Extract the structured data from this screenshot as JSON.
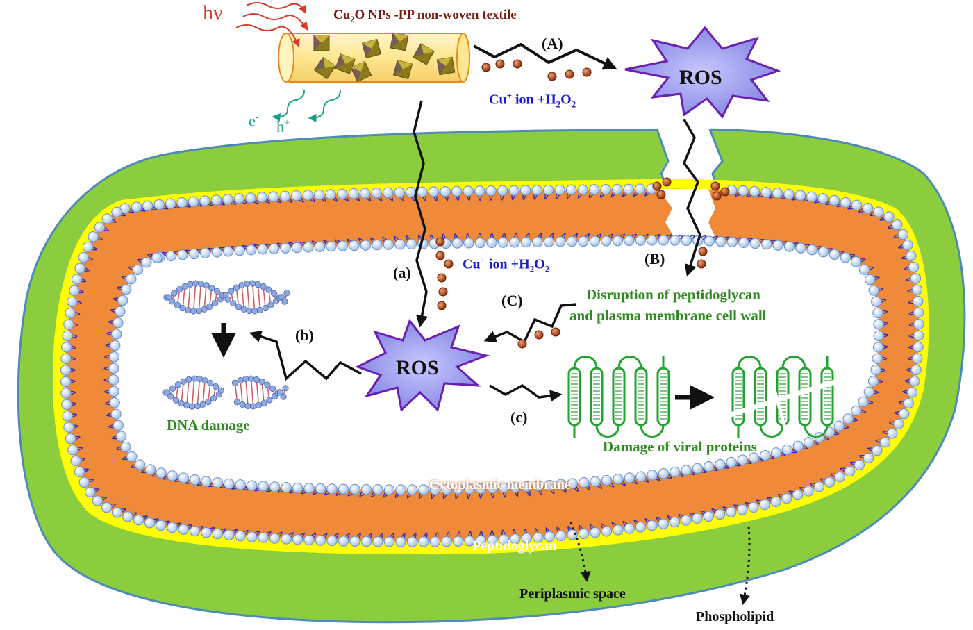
{
  "labels": {
    "textile": {
      "pre": "Cu",
      "sub": "2",
      "post": "O NPs -PP non-woven textile"
    },
    "hv": "hν",
    "electron": {
      "base": "e",
      "sup": "-"
    },
    "hole": {
      "base": "h",
      "sup": "+"
    },
    "step_A": "(A)",
    "step_B": "(B)",
    "step_C": "(C)",
    "step_a": "(a)",
    "step_b": "(b)",
    "step_c": "(c)",
    "cu_ion_top": {
      "pre": "Cu",
      "sup": "+",
      "mid": " ion +H",
      "sub1": "2",
      "mid2": "O",
      "sub2": "2"
    },
    "cu_ion_mid": {
      "pre": "Cu",
      "sup": "+",
      "mid": " ion +H",
      "sub1": "2",
      "mid2": "O",
      "sub2": "2"
    },
    "ros_top": "ROS",
    "ros_center": "ROS",
    "disruption_line1": "Disruption of peptidoglycan",
    "disruption_line2": "and  plasma membrane cell wall",
    "dna_damage": "DNA damage",
    "viral_damage": "Damage of viral proteins",
    "cytoplasmic": "Cytoplasmic membrane",
    "peptidoglycan": "Peptidoglycan",
    "periplasmic": "Periplasmic space",
    "phospholipid": "Phospholipid"
  },
  "colors": {
    "cell_wall": "#8ccd3e",
    "periplasm": "#ffff00",
    "membrane_core": "#ee8a3a",
    "phospholipid_head": "#c5daf5",
    "tail_line": "#2a2ab0",
    "ros_fill": "#9595ec",
    "ros_edge": "#6a1fb0",
    "copper_ion": "#b24a1a",
    "protein": "#22a22e",
    "textile": "#ffe9a0",
    "textile_edge": "#e58a1a"
  }
}
